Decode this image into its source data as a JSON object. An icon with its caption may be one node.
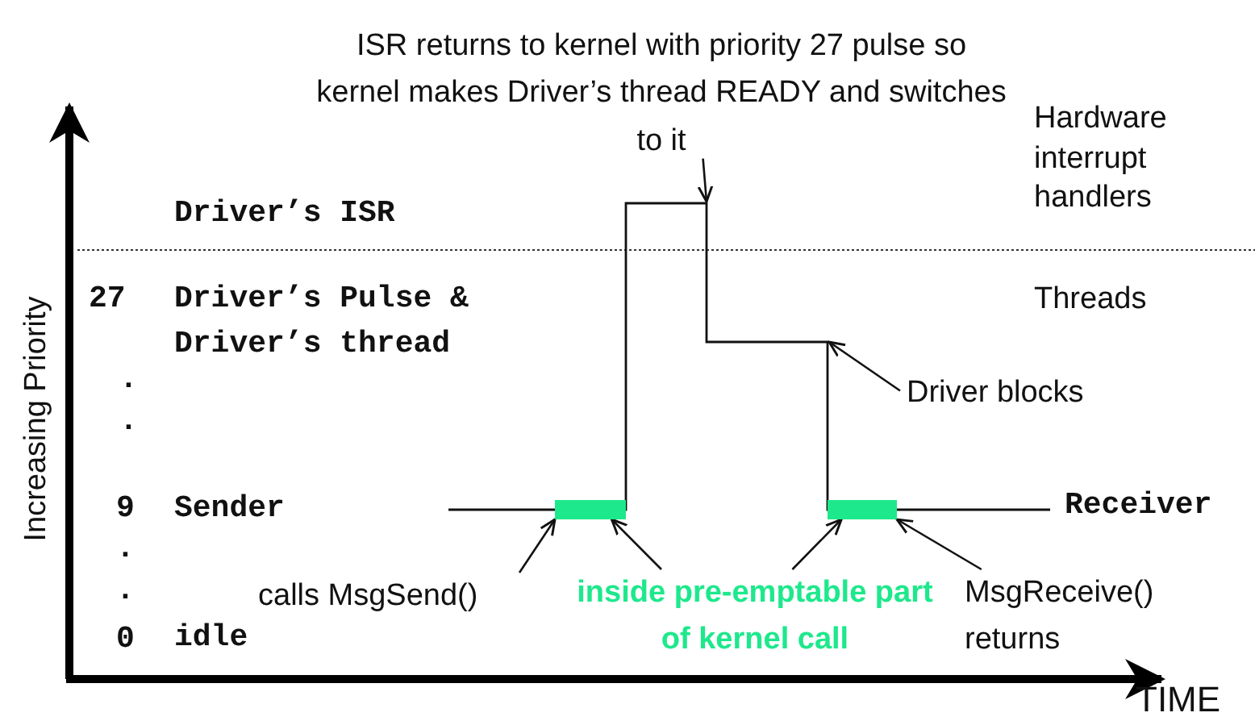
{
  "diagram": {
    "nodes": [
      {
        "text": [
          "ISR returns to kernel with priority 27 pulse so kernel makes Driver’s thread READY and switches to it"
        ]
      },
      {
        "text": [
          "Driver blocks"
        ]
      },
      {
        "text": [
          "calls MsgSend()"
        ]
      },
      {
        "text": [
          "inside pre-emptable part of kernel call"
        ]
      },
      {
        "text": [
          "MsgReceive() returns"
        ]
      },
      {
        "text": [],
        "shape": "bar"
      },
      {
        "text": [],
        "shape": "bar"
      }
    ],
    "edges": [
      {
        "from": 0,
        "to": null,
        "arrow": "to"
      },
      {
        "from": 1,
        "to": null,
        "arrow": "to"
      },
      {
        "from": 2,
        "to": 5,
        "arrow": "to"
      },
      {
        "from": 3,
        "to": 5,
        "arrow": "to"
      },
      {
        "from": 3,
        "to": 6,
        "arrow": "to"
      },
      {
        "from": 4,
        "to": 6,
        "arrow": "to"
      }
    ],
    "labels": [
      "Hardware interrupt handlers",
      "Driver’s ISR",
      "27",
      "Driver’s Pulse & Driver’s thread",
      "Threads",
      ".",
      ".",
      "9",
      "Sender",
      "Receiver",
      ".",
      ".",
      "0",
      "idle",
      "Increasing Priority",
      "TIME"
    ]
  }
}
